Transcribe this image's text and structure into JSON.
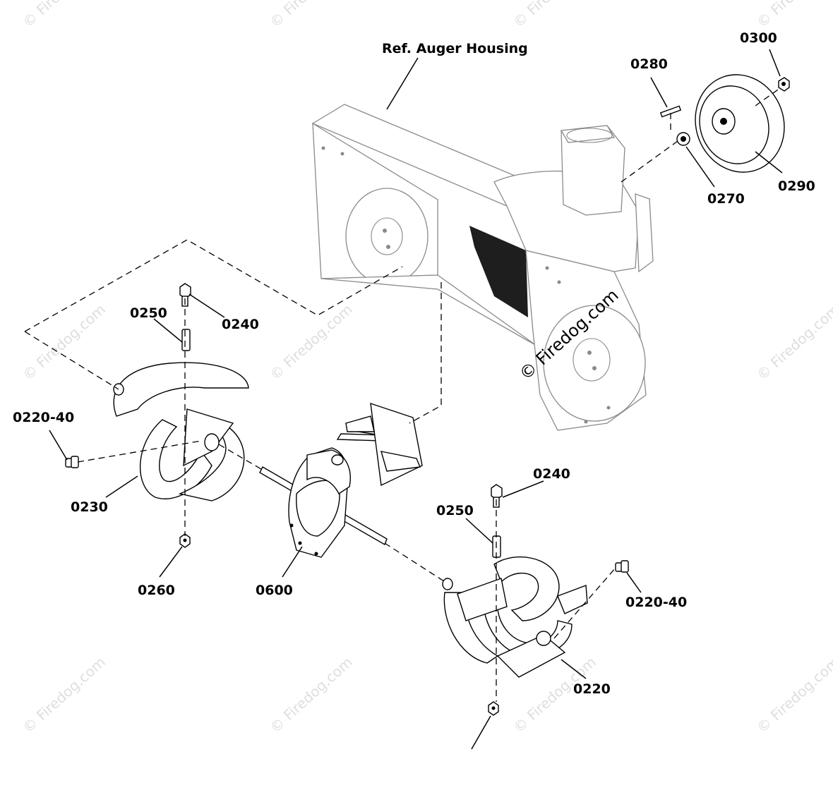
{
  "diagram": {
    "title_label": "Ref. Auger Housing",
    "watermark_main": "© Firedog.com",
    "watermark_tile": "© Firedog.com",
    "parts": [
      {
        "id": "p0300",
        "label": "0300"
      },
      {
        "id": "p0280",
        "label": "0280"
      },
      {
        "id": "p0290",
        "label": "0290"
      },
      {
        "id": "p0270",
        "label": "0270"
      },
      {
        "id": "p0250a",
        "label": "0250"
      },
      {
        "id": "p0240a",
        "label": "0240"
      },
      {
        "id": "p0220-40a",
        "label": "0220-40"
      },
      {
        "id": "p0230",
        "label": "0230"
      },
      {
        "id": "p0260",
        "label": "0260"
      },
      {
        "id": "p0600",
        "label": "0600"
      },
      {
        "id": "p0240b",
        "label": "0240"
      },
      {
        "id": "p0250b",
        "label": "0250"
      },
      {
        "id": "p0220-40b",
        "label": "0220-40"
      },
      {
        "id": "p0220",
        "label": "0220"
      }
    ]
  }
}
